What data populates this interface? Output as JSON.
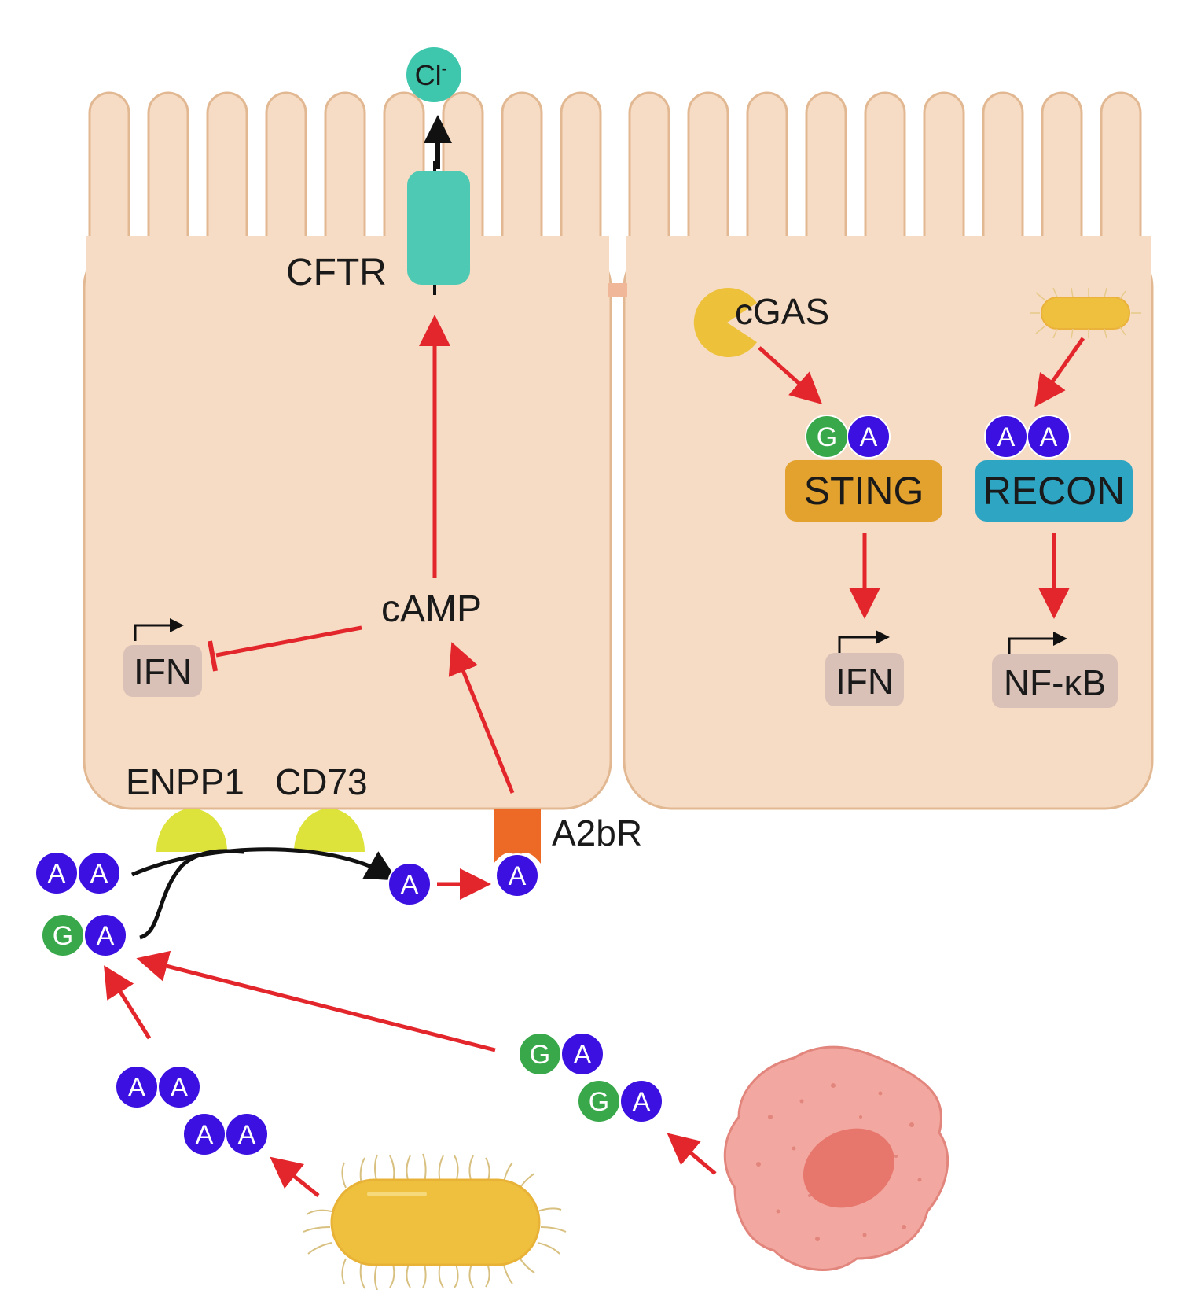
{
  "labels": {
    "chloride": "Cl",
    "chloride_charge": "-",
    "cftr": "CFTR",
    "camp": "cAMP",
    "ifn_left": "IFN",
    "enpp1": "ENPP1",
    "cd73": "CD73",
    "a2br": "A2bR",
    "cgas": "cGAS",
    "sting": "STING",
    "recon": "RECON",
    "ifn_right": "IFN",
    "nfkb": "NF-κB"
  },
  "nucleotides": {
    "adenine": "A",
    "guanine": "G"
  },
  "colors": {
    "cell_fill": "#f6dcc4",
    "cell_stroke": "#e2b892",
    "cftr": "#4ec9b3",
    "cl_ion": "#3ec7ad",
    "arrow_red": "#e3262b",
    "adenine": "#3b10e0",
    "guanine": "#38a84a",
    "ectoenzyme": "#dde33a",
    "a2br": "#ec6a26",
    "sting": "#e3a22e",
    "recon": "#2fa5c4",
    "gene_box": "#d9c1b8",
    "cgas": "#eec13a",
    "bacterium": "#efc03e",
    "host_cell": "#f2a8a0",
    "nucleus": "#e7766c"
  }
}
